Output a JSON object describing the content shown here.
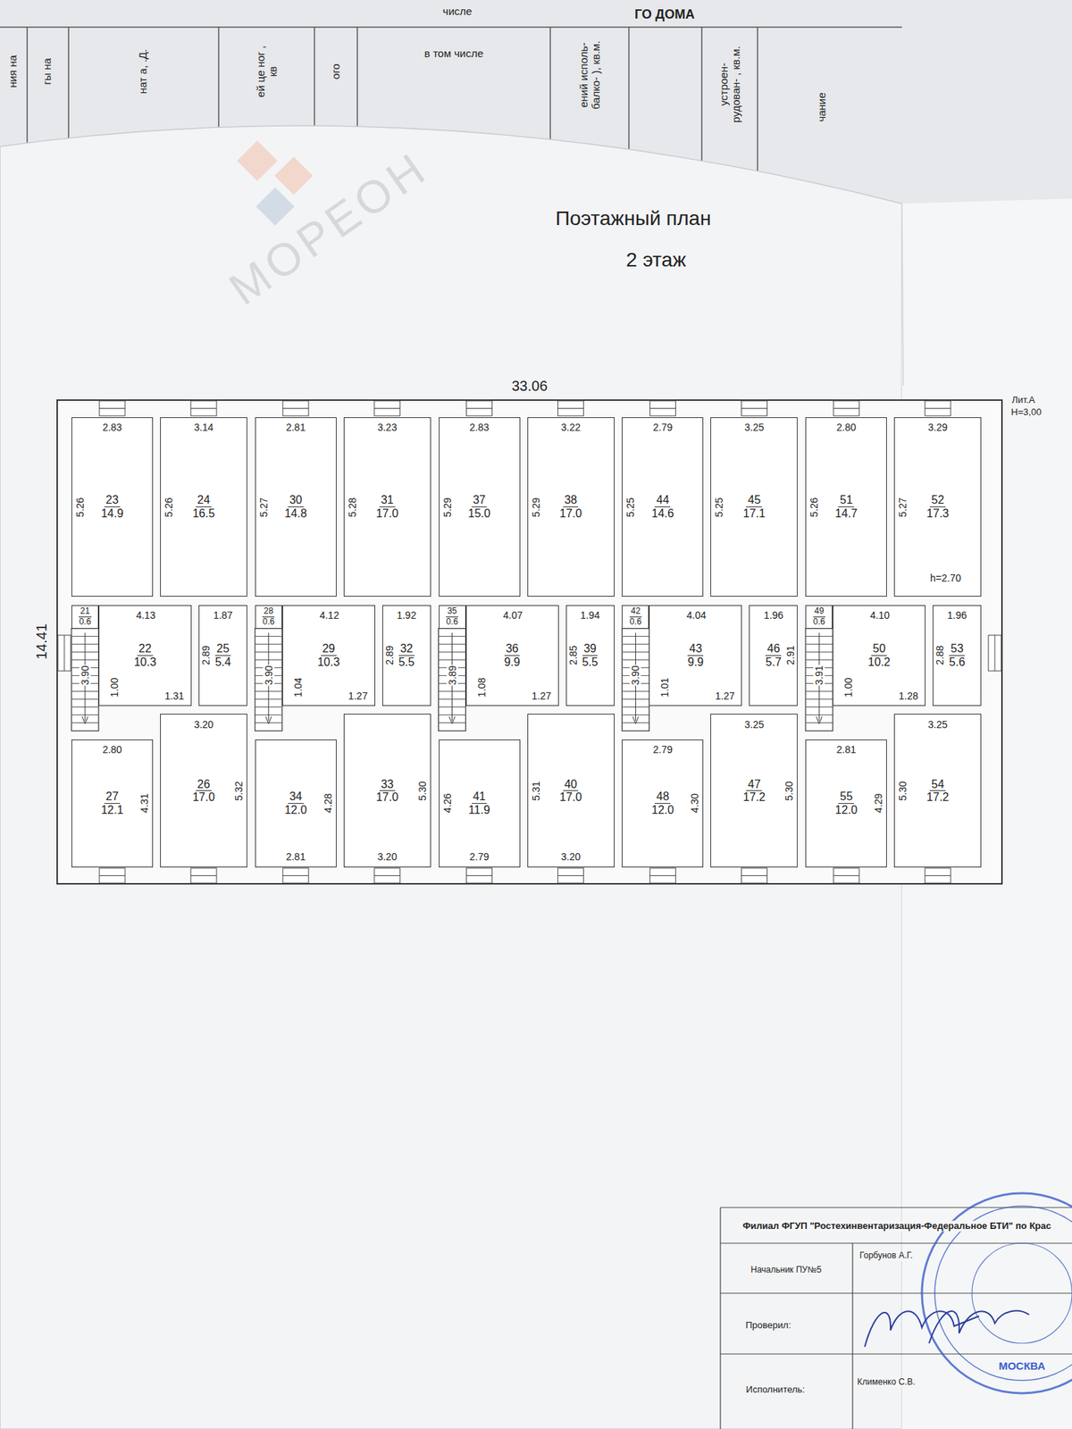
{
  "diagram": {
    "title": "Поэтажный план",
    "nodes": [
      {
        "text": [
          "23",
          "14.9"
        ]
      },
      {
        "text": [
          "24",
          "16.5"
        ]
      },
      {
        "text": [
          "21",
          "0.6"
        ]
      },
      {
        "text": [
          "22",
          "10.3"
        ]
      },
      {
        "text": [
          "25",
          "5.4"
        ]
      },
      {
        "text": [
          "27",
          "12.1"
        ]
      },
      {
        "text": [
          "26",
          "17.0"
        ]
      },
      {
        "text": [
          "30",
          "14.8"
        ]
      },
      {
        "text": [
          "31",
          "17.0"
        ]
      },
      {
        "text": [
          "28",
          "0.6"
        ]
      },
      {
        "text": [
          "29",
          "10.3"
        ]
      },
      {
        "text": [
          "32",
          "5.5"
        ]
      },
      {
        "text": [
          "34",
          "12.0"
        ]
      },
      {
        "text": [
          "33",
          "17.0"
        ]
      },
      {
        "text": [
          "37",
          "15.0"
        ]
      },
      {
        "text": [
          "38",
          "17.0"
        ]
      },
      {
        "text": [
          "35",
          "0.6"
        ]
      },
      {
        "text": [
          "36",
          "9.9"
        ]
      },
      {
        "text": [
          "39",
          "5.5"
        ]
      },
      {
        "text": [
          "41",
          "11.9"
        ]
      },
      {
        "text": [
          "40",
          "17.0"
        ]
      },
      {
        "text": [
          "44",
          "14.6"
        ]
      },
      {
        "text": [
          "45",
          "17.1"
        ]
      },
      {
        "text": [
          "42",
          "0.6"
        ]
      },
      {
        "text": [
          "43",
          "9.9"
        ]
      },
      {
        "text": [
          "46",
          "5.7"
        ]
      },
      {
        "text": [
          "48",
          "12.0"
        ]
      },
      {
        "text": [
          "47",
          "17.2"
        ]
      },
      {
        "text": [
          "51",
          "14.7"
        ]
      },
      {
        "text": [
          "52",
          "17.3"
        ]
      },
      {
        "text": [
          "49",
          "0.6"
        ]
      },
      {
        "text": [
          "50",
          "10.2"
        ]
      },
      {
        "text": [
          "53",
          "5.6"
        ]
      },
      {
        "text": [
          "55",
          "12.0"
        ]
      },
      {
        "text": [
          "54",
          "17.2"
        ]
      }
    ],
    "labels": [
      "2.83",
      "5.26",
      "3.14",
      "5.26",
      "4.13",
      "3.90",
      "1.31",
      "1.00",
      "1.87",
      "2.89",
      "2.80",
      "4.31",
      "3.20",
      "5.32",
      "2.81",
      "5.27",
      "3.23",
      "5.28",
      "4.12",
      "3.90",
      "1.27",
      "1.04",
      "1.92",
      "2.89",
      "2.81",
      "4.28",
      "3.20",
      "5.30",
      "2.83",
      "5.29",
      "3.22",
      "5.29",
      "4.07",
      "3.89",
      "1.27",
      "1.08",
      "1.94",
      "2.85",
      "2.79",
      "4.26",
      "3.20",
      "5.31",
      "2.79",
      "5.25",
      "3.25",
      "5.25",
      "4.04",
      "3.90",
      "1.27",
      "1.01",
      "1.96",
      "2.91",
      "2.79",
      "4.30",
      "3.25",
      "5.30",
      "2.80",
      "5.26",
      "3.29",
      "5.27",
      "4.10",
      "3.91",
      "1.28",
      "1.00",
      "1.96",
      "2.88",
      "2.81",
      "4.29",
      "3.25",
      "5.30",
      "h=2.70",
      "33.06",
      "14.41",
      "Лит.А",
      "Н=3,00",
      "2 этаж",
      "МОРЕОН",
      "ния на",
      "гы на",
      "нат а, .Д.",
      "ей це ног , кв",
      "ого",
      "числе",
      "в том числе",
      "ГО ДОМА",
      "ений исполь- балко- ), кв.м.",
      "устроен- рудован- , кв.м.",
      "чание",
      "Филиал ФГУП \"Ростехинвентаризация-Федеральное БТИ\" по Крас",
      "Начальник ПУ№5",
      "Горбунов А.Г.",
      "Проверил:",
      "Исполнитель:",
      "Клименко С.В.",
      "МОСКВА"
    ]
  }
}
